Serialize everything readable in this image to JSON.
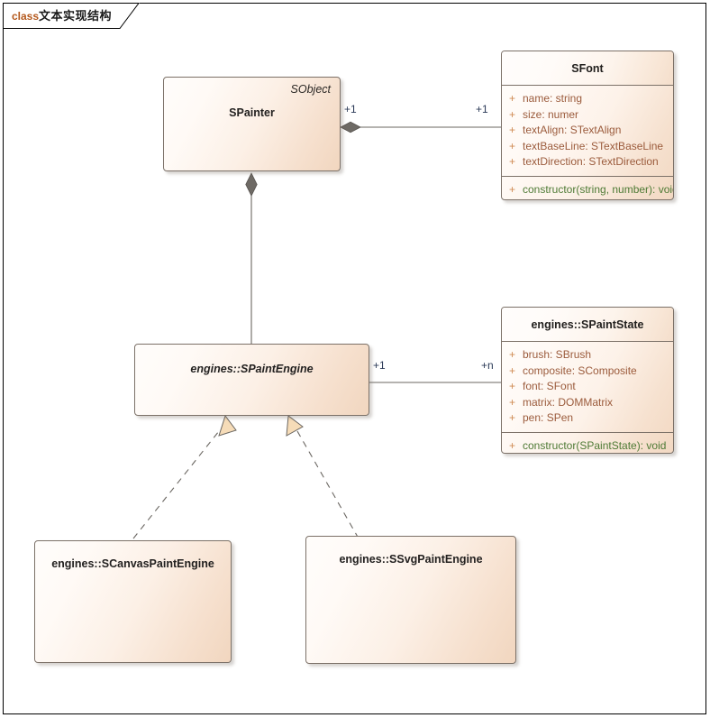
{
  "diagram": {
    "frame_title_keyword": "class",
    "frame_title_text": "文本实现结构",
    "background": "#ffffff",
    "frame_border_color": "#000000",
    "box_fill_light": "#fffdfb",
    "box_fill_dark": "#f2d8c2",
    "box_border_color": "#7c7168",
    "attribute_text_color": "#9b5b3c",
    "method_text_color": "#4e7a35",
    "visibility_color": "#cf8a52",
    "multiplicity_color": "#2b3a57",
    "connector_color": "#6b6762",
    "realization_head_fill": "#f6dcb8"
  },
  "classes": [
    {
      "id": "spainter",
      "name": "SPainter",
      "stereotype": "SObject",
      "italic": false,
      "compartmented": false
    },
    {
      "id": "sfont",
      "name": "SFont",
      "italic": false,
      "compartmented": true,
      "attributes": [
        {
          "visibility": "+",
          "signature": "name: string"
        },
        {
          "visibility": "+",
          "signature": "size: numer"
        },
        {
          "visibility": "+",
          "signature": "textAlign: STextAlign"
        },
        {
          "visibility": "+",
          "signature": "textBaseLine: STextBaseLine"
        },
        {
          "visibility": "+",
          "signature": "textDirection: STextDirection"
        }
      ],
      "methods": [
        {
          "visibility": "+",
          "signature": "constructor(string, number): void"
        }
      ]
    },
    {
      "id": "spaintengine",
      "name": "engines::SPaintEngine",
      "italic": true,
      "compartmented": false
    },
    {
      "id": "spaintstate",
      "name": "engines::SPaintState",
      "italic": false,
      "compartmented": true,
      "attributes": [
        {
          "visibility": "+",
          "signature": "brush: SBrush"
        },
        {
          "visibility": "+",
          "signature": "composite: SComposite"
        },
        {
          "visibility": "+",
          "signature": "font: SFont"
        },
        {
          "visibility": "+",
          "signature": "matrix: DOMMatrix"
        },
        {
          "visibility": "+",
          "signature": "pen: SPen"
        }
      ],
      "methods": [
        {
          "visibility": "+",
          "signature": "constructor(SPaintState): void"
        }
      ]
    },
    {
      "id": "scanvaspaintengine",
      "name": "engines::SCanvasPaintEngine",
      "italic": false,
      "compartmented": false
    },
    {
      "id": "ssvgpaintengine",
      "name": "engines::SSvgPaintEngine",
      "italic": false,
      "compartmented": false
    }
  ],
  "connectors": [
    {
      "id": "spainter-sfont",
      "type": "aggregation",
      "from": "spainter",
      "to": "sfont",
      "source_multiplicity": "+1",
      "target_multiplicity": "+1"
    },
    {
      "id": "spainter-spaintengine",
      "type": "aggregation",
      "from": "spainter",
      "to": "spaintengine",
      "source_multiplicity": "",
      "target_multiplicity": ""
    },
    {
      "id": "spaintengine-spaintstate",
      "type": "association",
      "from": "spaintengine",
      "to": "spaintstate",
      "source_multiplicity": "+1",
      "target_multiplicity": "+n"
    },
    {
      "id": "scanvaspaintengine-spaintengine",
      "type": "realization",
      "from": "scanvaspaintengine",
      "to": "spaintengine",
      "source_multiplicity": "",
      "target_multiplicity": ""
    },
    {
      "id": "ssvgpaintengine-spaintengine",
      "type": "realization",
      "from": "ssvgpaintengine",
      "to": "spaintengine",
      "source_multiplicity": "",
      "target_multiplicity": ""
    }
  ]
}
